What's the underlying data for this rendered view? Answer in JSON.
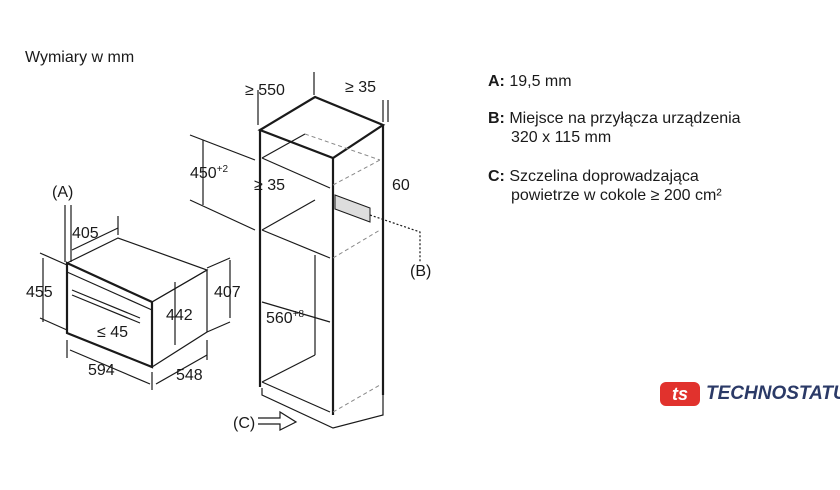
{
  "title": "Wymiary w mm",
  "oven_dims": {
    "a_label": "(A)",
    "d405": "405",
    "d455": "455",
    "d442": "442",
    "d407": "407",
    "d45": "≤ 45",
    "d594": "594",
    "d548": "548"
  },
  "cabinet_dims": {
    "d550": "≥ 550",
    "d35_top": "≥ 35",
    "d450": "450",
    "d450_tol": "+2",
    "d35_mid": "≥ 35",
    "d60": "60",
    "b_label": "(B)",
    "d560": "560",
    "d560_tol": "+8",
    "c_label": "(C)"
  },
  "legend": [
    {
      "key": "A:",
      "text": "19,5 mm"
    },
    {
      "key": "B:",
      "text": "Miejsce na przyłącza urządzenia",
      "text2": "320 x 115 mm"
    },
    {
      "key": "C:",
      "text": "Szczelina doprowadzająca",
      "text2": "powietrze w cokole ≥ 200 cm²"
    }
  ],
  "logo": {
    "mark": "ts",
    "name": "TECHNOSTATUS",
    "colors": {
      "mark": "#e1322d",
      "text": "#2b3a67"
    }
  }
}
